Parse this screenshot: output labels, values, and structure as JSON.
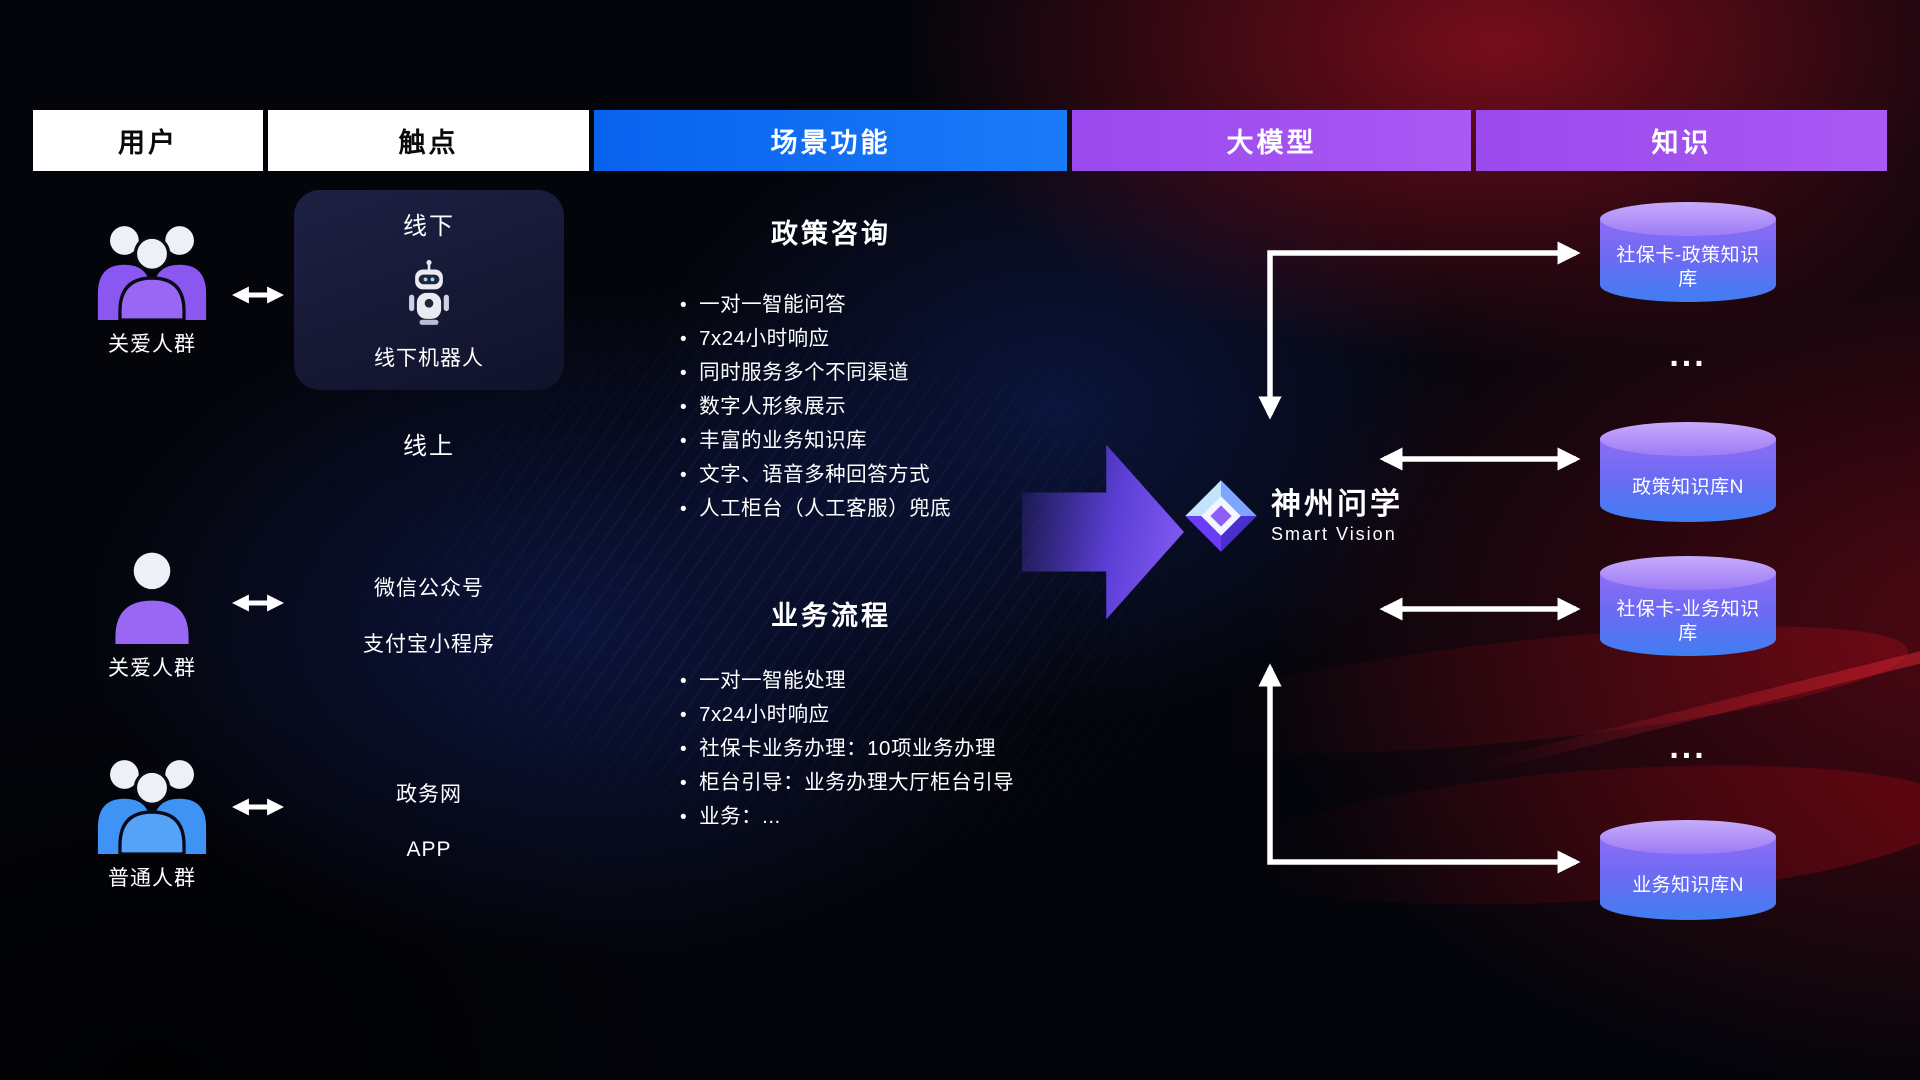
{
  "header": {
    "columns": [
      {
        "label": "用户",
        "style": "white"
      },
      {
        "label": "触点",
        "style": "white"
      },
      {
        "label": "场景功能",
        "style": "blue"
      },
      {
        "label": "大模型",
        "style": "purple"
      },
      {
        "label": "知识",
        "style": "purple"
      }
    ]
  },
  "users": [
    {
      "label": "关爱人群",
      "icon": "group-people-purple-icon"
    },
    {
      "label": "关爱人群",
      "icon": "single-person-purple-icon"
    },
    {
      "label": "普通人群",
      "icon": "group-people-blue-icon"
    }
  ],
  "touchpoints": {
    "offline_card": {
      "title": "线下",
      "robot_icon": "robot-icon",
      "robot_label": "线下机器人"
    },
    "online_label": "线上",
    "channels": [
      "微信公众号",
      "支付宝小程序",
      "政务网",
      "APP"
    ]
  },
  "scenarios": [
    {
      "title": "政策咨询",
      "items": [
        "一对一智能问答",
        "7x24小时响应",
        "同时服务多个不同渠道",
        "数字人形象展示",
        "丰富的业务知识库",
        "文字、语音多种回答方式",
        "人工柜台（人工客服）兜底"
      ]
    },
    {
      "title": "业务流程",
      "items": [
        "一对一智能处理",
        "7x24小时响应",
        "社保卡业务办理：10项业务办理",
        "柜台引导：业务办理大厅柜台引导",
        "业务：..."
      ]
    }
  ],
  "model": {
    "name": "神州问学",
    "subtitle": "Smart Vision",
    "logo_icon": "diamond-gem-icon"
  },
  "knowledge": {
    "databases": [
      "社保卡-政策知识库",
      "政策知识库N",
      "社保卡-业务知识库",
      "业务知识库N"
    ],
    "ellipsis": "..."
  },
  "colors": {
    "header_blue": "#0b6ef0",
    "header_purple": "#a14ef0",
    "db_top": "#b18cf8",
    "db_bottom": "#3f7ef2",
    "flow_arrow": "#8a5ef8",
    "accent_red": "#b3121e",
    "connector": "#ffffff"
  }
}
